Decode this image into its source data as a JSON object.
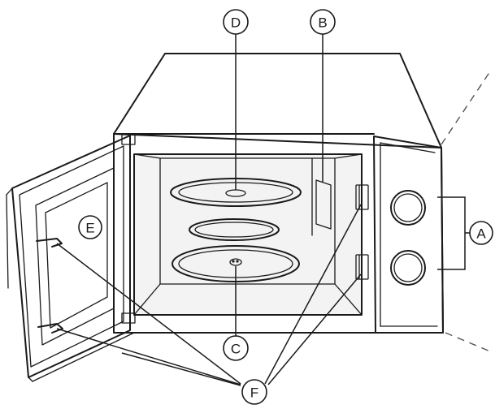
{
  "callouts": {
    "a": "A",
    "b": "B",
    "c": "C",
    "d": "D",
    "e": "E",
    "f": "F"
  },
  "colors": {
    "line": "#1a1a1a",
    "background": "#ffffff",
    "cavity_shade": "#f3f3f3"
  }
}
